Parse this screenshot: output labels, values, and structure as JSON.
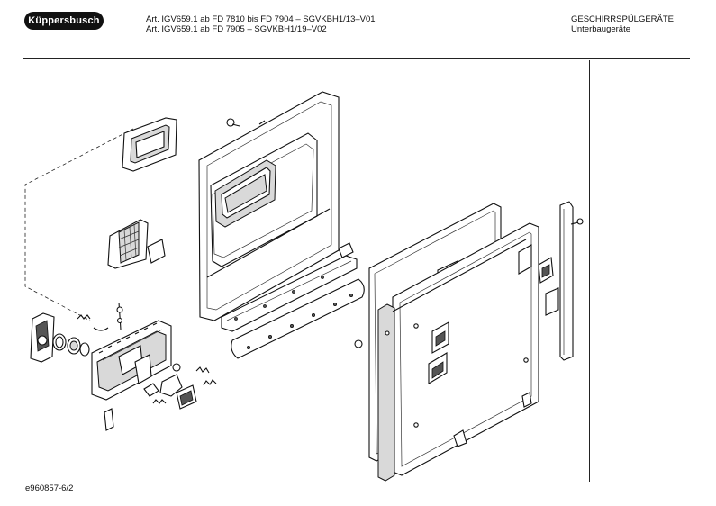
{
  "header": {
    "brand": "Küppersbusch",
    "article_lines": [
      "Art. IGV659.1 ab FD 7810 bis FD 7904 – SGVKBH1/13–V01",
      "Art. IGV659.1 ab FD 7905 – SGVKBH1/19–V02"
    ],
    "category_lines": [
      "GESCHIRRSPÜLGERÄTE",
      "Unterbaugeräte"
    ]
  },
  "footer": {
    "document_id": "e960857-6/2"
  }
}
